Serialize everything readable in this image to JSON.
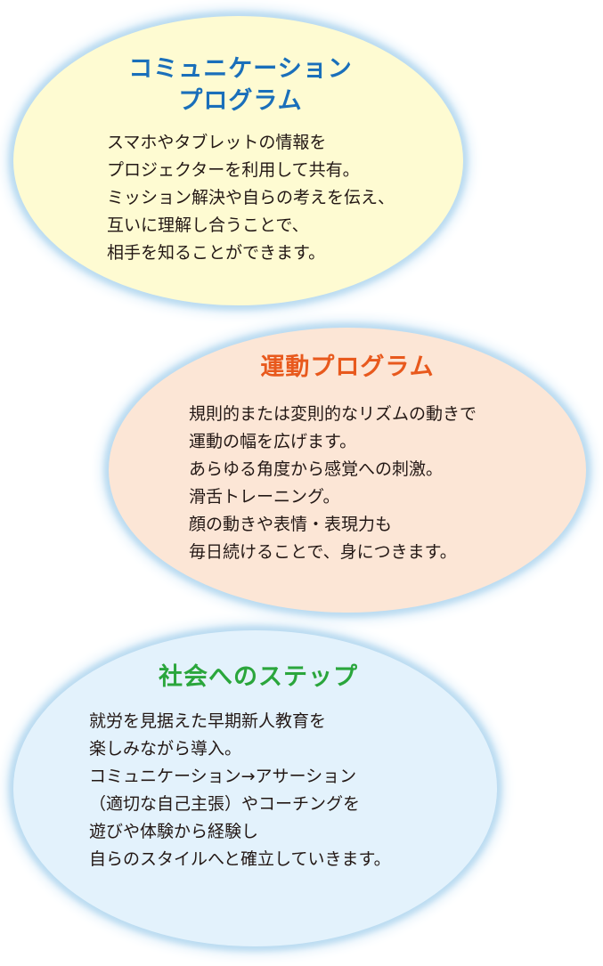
{
  "colors": {
    "blue": "#1a6fba",
    "orange": "#e8591d",
    "green": "#2aa63c",
    "yellow_bg": "#fefbd2",
    "peach_bg": "#fce6d6",
    "lightblue_bg": "#e3f2fc"
  },
  "sections": [
    {
      "title_lines": [
        "コミュニケーション",
        "プログラム"
      ],
      "lines": [
        "スマホやタブレットの情報を",
        "プロジェクターを利用して共有。",
        "ミッション解決や自らの考えを伝え、",
        "互いに理解し合うことで、",
        "相手を知ることができます。"
      ]
    },
    {
      "title_lines": [
        "運動プログラム"
      ],
      "lines": [
        "規則的または変則的なリズムの動きで",
        "運動の幅を広げます。",
        "あらゆる角度から感覚への刺激。",
        "滑舌トレーニング。",
        "顔の動きや表情・表現力も",
        "毎日続けることで、身につきます。"
      ]
    },
    {
      "title_lines": [
        "社会へのステップ"
      ],
      "lines": [
        "就労を見据えた早期新人教育を",
        "楽しみながら導入。",
        "コミュニケーション→アサーション",
        "（適切な自己主張）やコーチングを",
        "遊びや体験から経験し",
        "自らのスタイルへと確立していきます。"
      ]
    }
  ]
}
